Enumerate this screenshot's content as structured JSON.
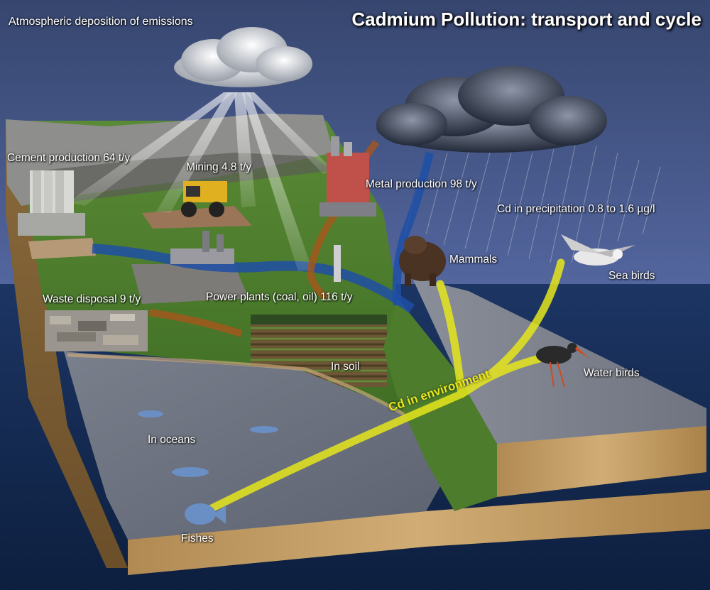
{
  "title": "Cadmium Pollution: transport and cycle",
  "labels": {
    "atmospheric": "Atmospheric deposition of emissions",
    "cement": "Cement production 64 t/y",
    "mining": "Mining 4.8 t/y",
    "metal": "Metal production 98 t/y",
    "precipitation": "Cd in precipitation 0.8 to 1.6 µg/l",
    "mammals": "Mammals",
    "sea_birds": "Sea birds",
    "waste": "Waste disposal 9 t/y",
    "power": "Power plants (coal, oil) 116 t/y",
    "soil": "In soil",
    "water_birds": "Water birds",
    "cd_environment": "Cd in environment",
    "oceans": "In oceans",
    "fishes": "Fishes"
  },
  "colors": {
    "sky": "#4a5d8e",
    "sea": "#142a52",
    "cd_flow": "#e6e61c",
    "emission_flow": "#a8561c",
    "water_flow": "#1e4fa6"
  }
}
